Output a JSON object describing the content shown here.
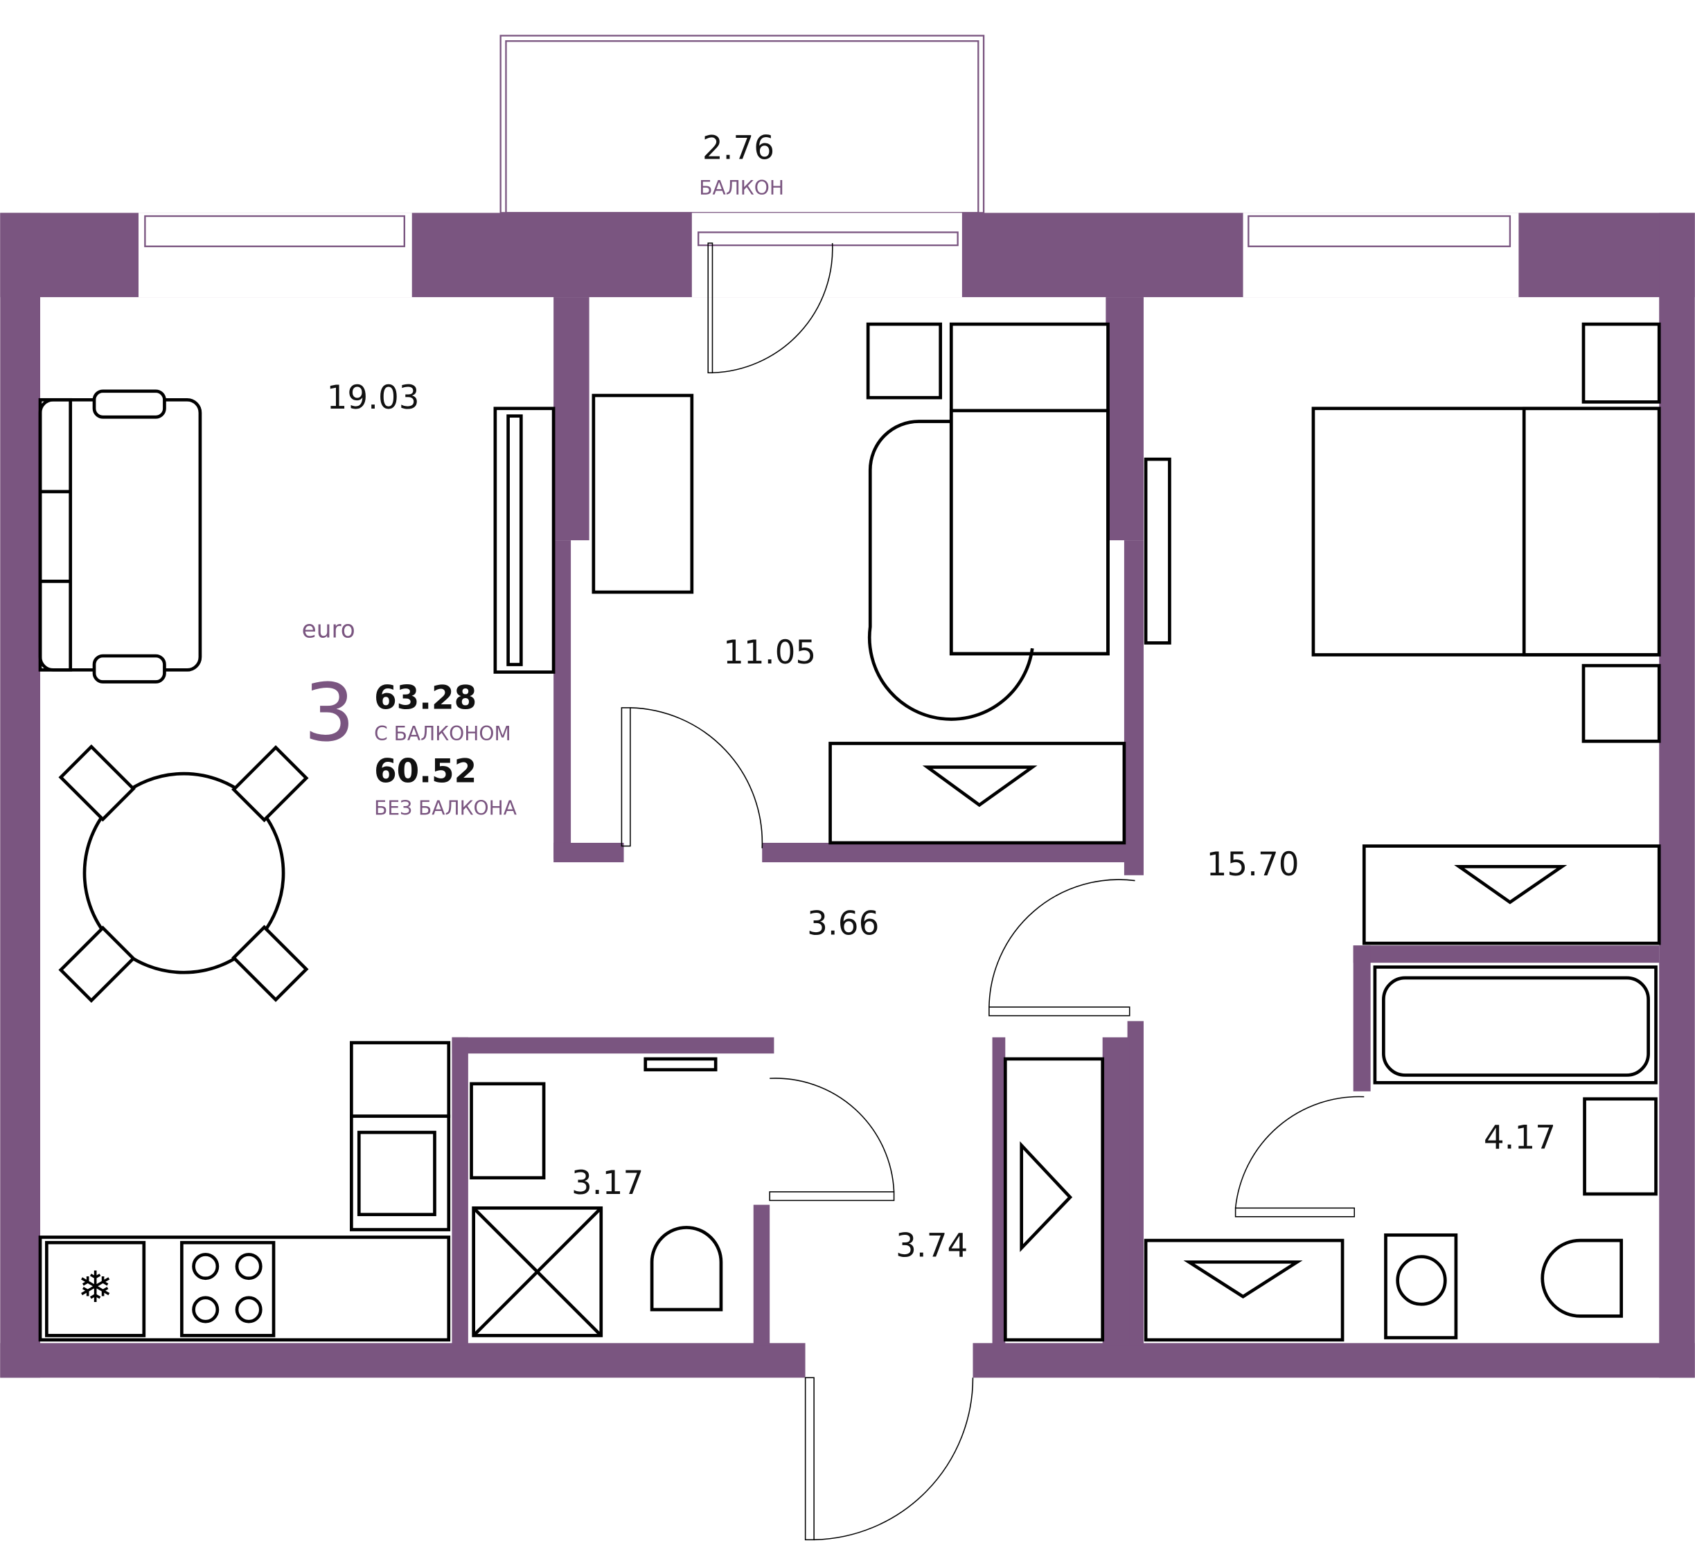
{
  "plan": {
    "type_label": "euro",
    "rooms_count": "3",
    "area_with_balcony": "63.28",
    "with_balcony_label": "С БАЛКОНОМ",
    "area_without_balcony": "60.52",
    "without_balcony_label": "БЕЗ БАЛКОНА",
    "colors": {
      "wall": "#7a5580",
      "text": "#111111"
    }
  },
  "rooms": {
    "balcony": {
      "area": "2.76",
      "label": "БАЛКОН"
    },
    "living_kitchen": {
      "area": "19.03"
    },
    "bedroom_small": {
      "area": "11.05"
    },
    "bedroom_large": {
      "area": "15.70"
    },
    "hallway": {
      "area": "3.66"
    },
    "entrance": {
      "area": "3.74"
    },
    "bathroom_left": {
      "area": "3.17"
    },
    "bathroom_right": {
      "area": "4.17"
    }
  }
}
